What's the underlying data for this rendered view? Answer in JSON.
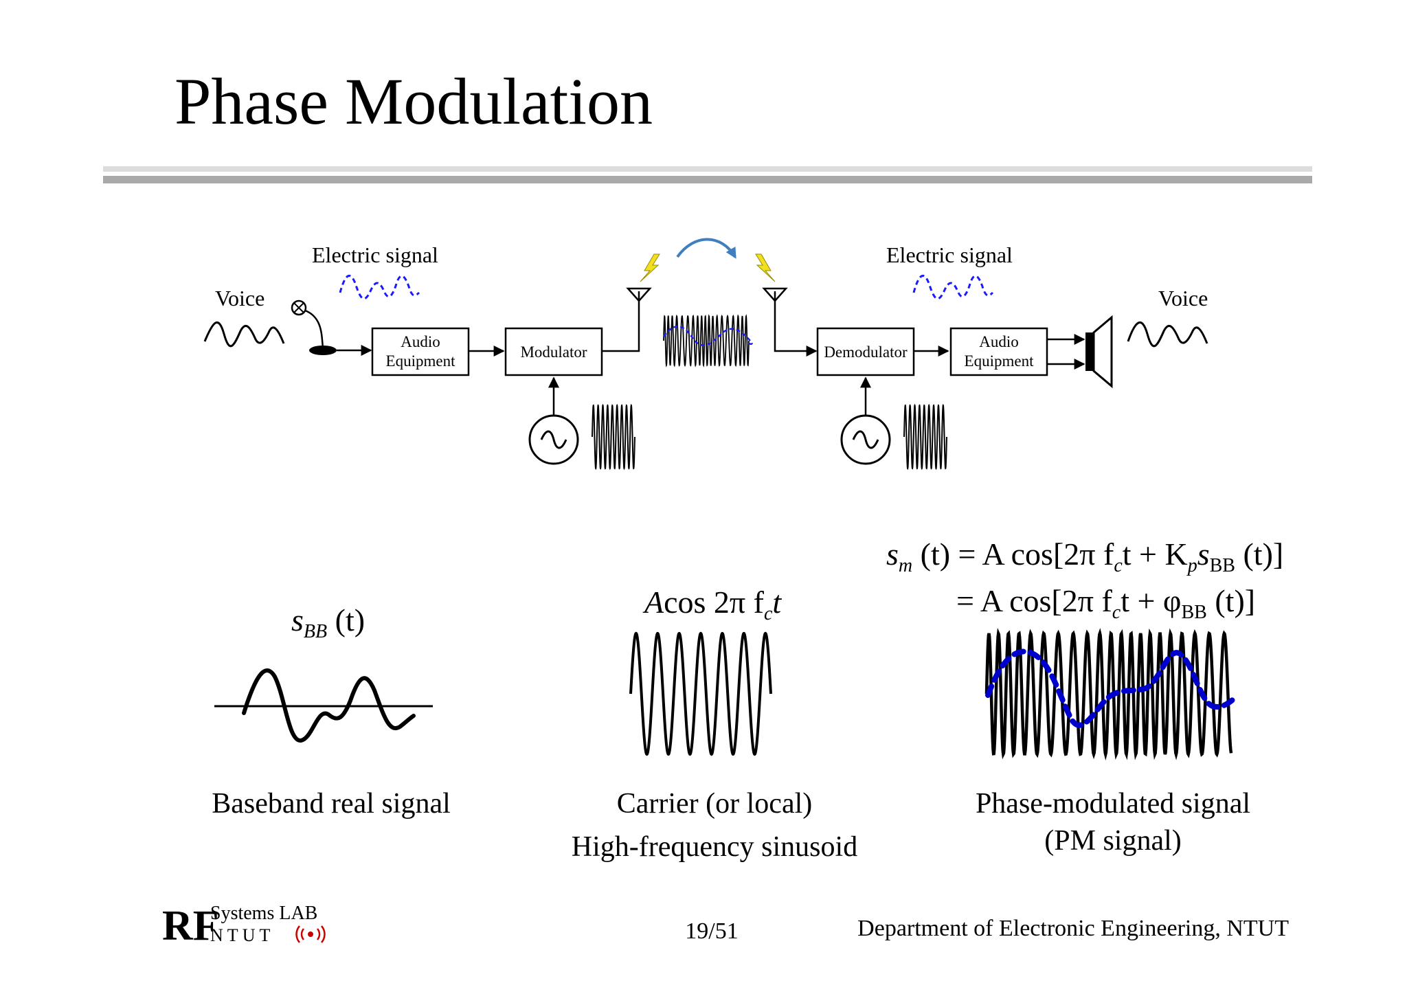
{
  "slide": {
    "title": "Phase Modulation",
    "page": "19/51",
    "department": "Department of Electronic Engineering, NTUT"
  },
  "logo": {
    "mark": "RF",
    "line1": "Systems LAB",
    "line2": "N T U T"
  },
  "block_diagram": {
    "voice_in": "Voice",
    "voice_out": "Voice",
    "electric_signal_tx": "Electric signal",
    "electric_signal_rx": "Electric signal",
    "audio_equipment_tx": [
      "Audio",
      "Equipment"
    ],
    "modulator": "Modulator",
    "demodulator": "Demodulator",
    "audio_equipment_rx": [
      "Audio",
      "Equipment"
    ]
  },
  "formulas": {
    "baseband": {
      "s": "s",
      "sub": "BB",
      "arg": " (t)"
    },
    "carrier": {
      "a": "A",
      "cos": "cos 2π f",
      "sub": "c",
      "t": "t"
    },
    "pm_line1": {
      "s": "s",
      "sub_m": "m",
      "a": " (t) = A cos[2π f",
      "sub_c": "c",
      "b": "t + K",
      "sub_p": "p",
      "c": "s",
      "sub_bb": "BB",
      "d": " (t)]"
    },
    "pm_line2": {
      "a": "= A cos[2π f",
      "sub_c": "c",
      "b": "t + φ",
      "sub_bb": "BB",
      "c": " (t)]"
    }
  },
  "captions": {
    "baseband": "Baseband real signal",
    "carrier_line1": "Carrier (or local)",
    "carrier_line2": "High-frequency sinusoid",
    "pm_line1": "Phase-modulated signal",
    "pm_line2": "(PM signal)"
  },
  "colors": {
    "dashed_signal": "#1a1aff",
    "arrow_arc": "#3f7fc0",
    "lightning": "#f0e020",
    "rule_light": "#dcdcdc",
    "rule_dark": "#a9a9a9",
    "pm_envelope": "#0000cc",
    "logo_wave": "#cc0000"
  }
}
